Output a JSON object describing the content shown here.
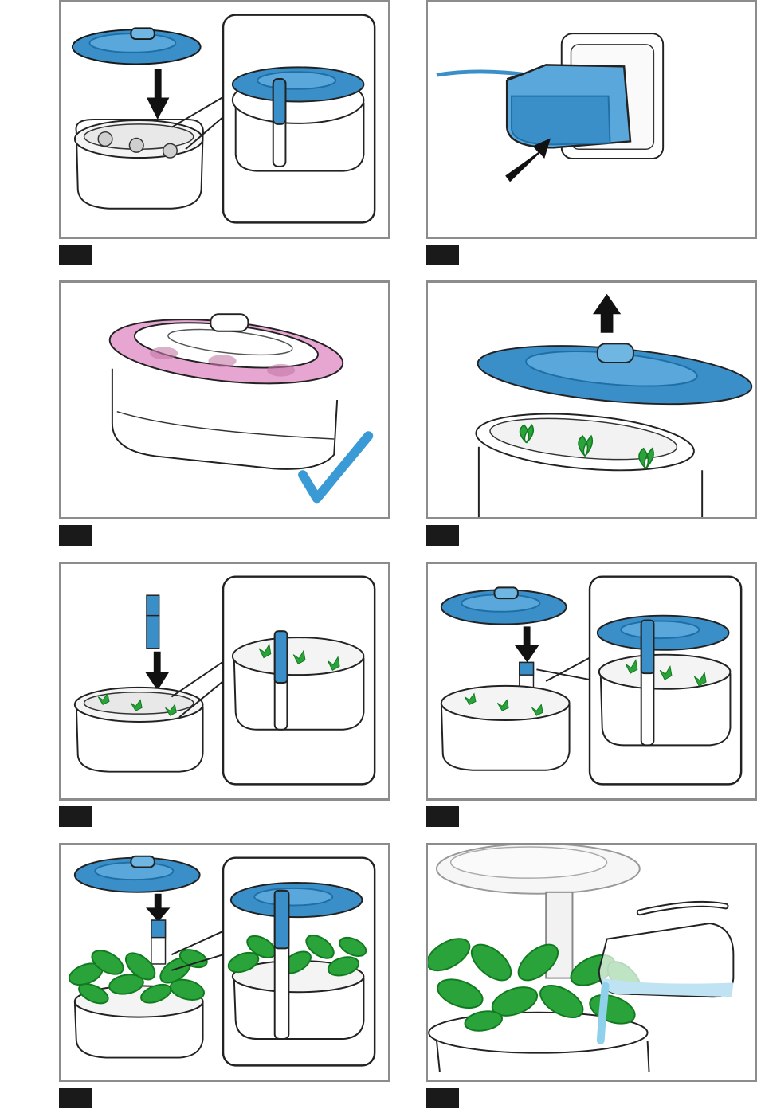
{
  "page": {
    "title": "",
    "panels": [
      {
        "name": "panel-lid-on-reservoir"
      },
      {
        "name": "panel-plug-adapter"
      },
      {
        "name": "panel-lid-fitted-check"
      },
      {
        "name": "panel-remove-lid"
      },
      {
        "name": "panel-insert-level-indicator"
      },
      {
        "name": "panel-level-indicator-with-lid"
      },
      {
        "name": "panel-grown-plants-indicator"
      },
      {
        "name": "panel-refill-water"
      }
    ],
    "step_labels": [
      "",
      "",
      "",
      "",
      "",
      "",
      "",
      ""
    ]
  },
  "colors": {
    "lid_blue": "#3a8fc8",
    "lid_blue_dark": "#1f6fa6",
    "lid_pink": "#e7a6d2",
    "leaf_green": "#2aa33a",
    "leaf_green_dark": "#117a1f",
    "check_blue": "#3a9ad6",
    "water_blue": "#bfe3f3"
  },
  "icons": [
    "arrow-down-icon",
    "arrow-up-icon",
    "arrow-diagonal-icon",
    "checkmark-icon"
  ]
}
